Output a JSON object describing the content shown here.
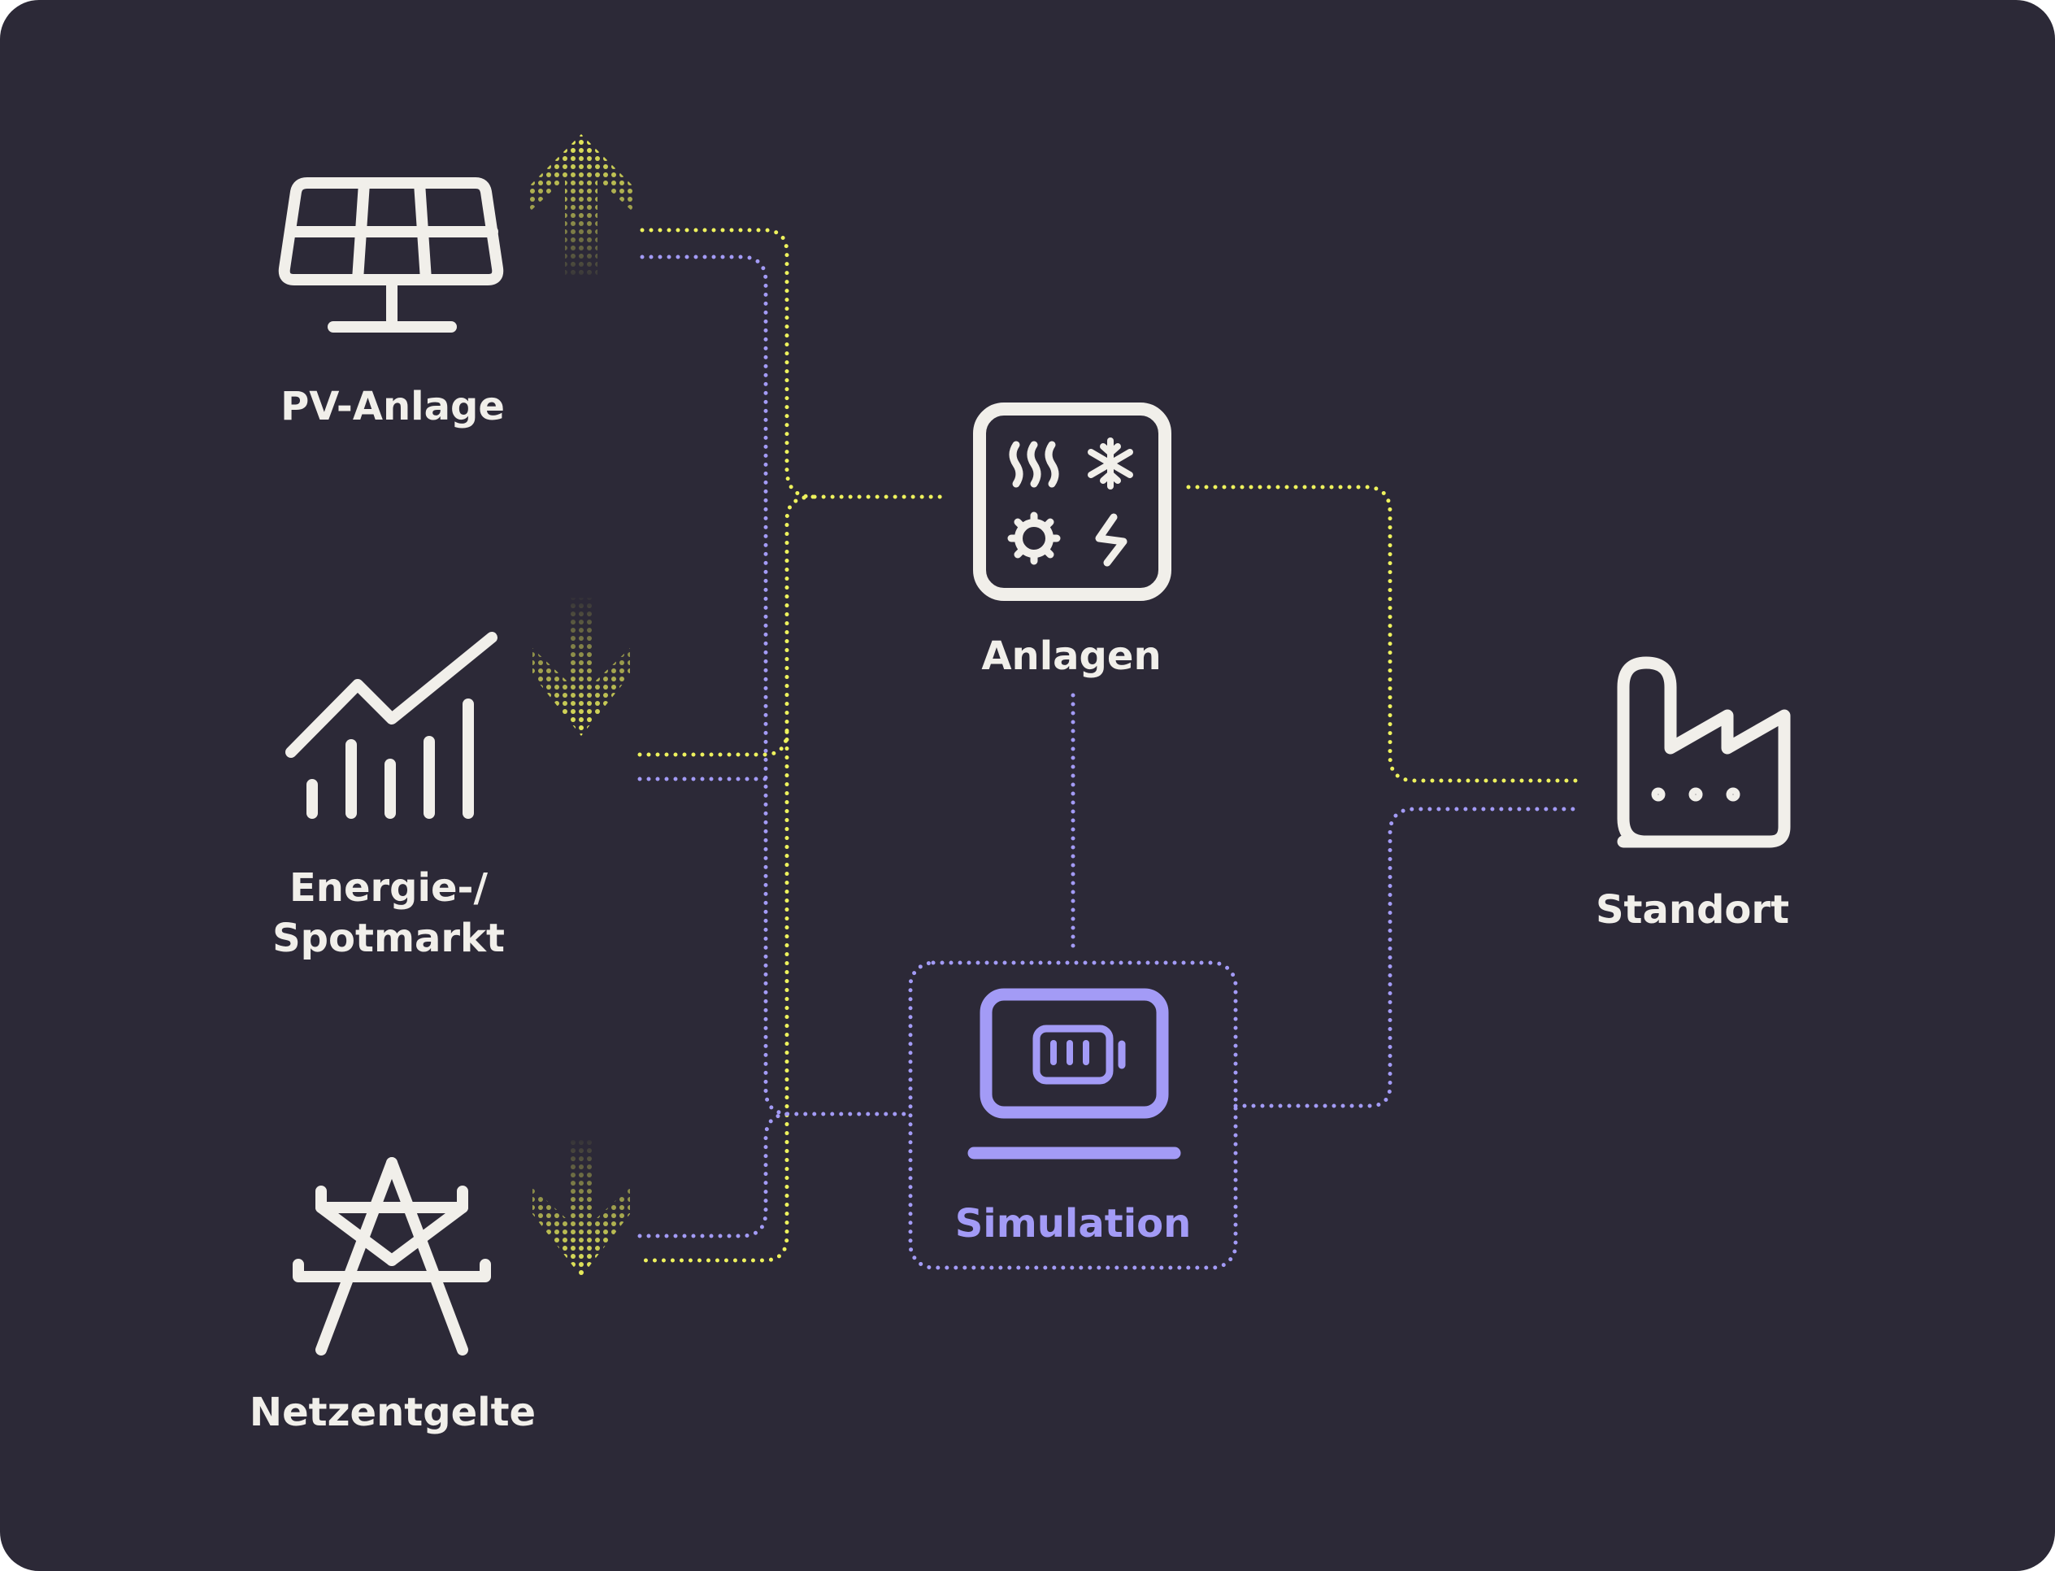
{
  "nodes": {
    "pv": {
      "label": "PV-Anlage",
      "icon": "solar-panel-icon"
    },
    "market": {
      "label_line1": "Energie-/",
      "label_line2": "Spotmarkt",
      "icon": "market-chart-icon"
    },
    "grid": {
      "label": "Netzentgelte",
      "icon": "power-pylon-icon"
    },
    "anlagen": {
      "label": "Anlagen",
      "icon": "equipment-panel-icon"
    },
    "simulation": {
      "label": "Simulation",
      "icon": "laptop-battery-icon"
    },
    "standort": {
      "label": "Standort",
      "icon": "factory-icon"
    }
  },
  "flows": {
    "pv": "up",
    "market": "down",
    "grid": "down"
  },
  "colors": {
    "background": "#2c2937",
    "icon": "#f1efea",
    "energy_line": "#eef25d",
    "data_line": "#a39bf6",
    "simulation_accent": "#a39bf6"
  }
}
